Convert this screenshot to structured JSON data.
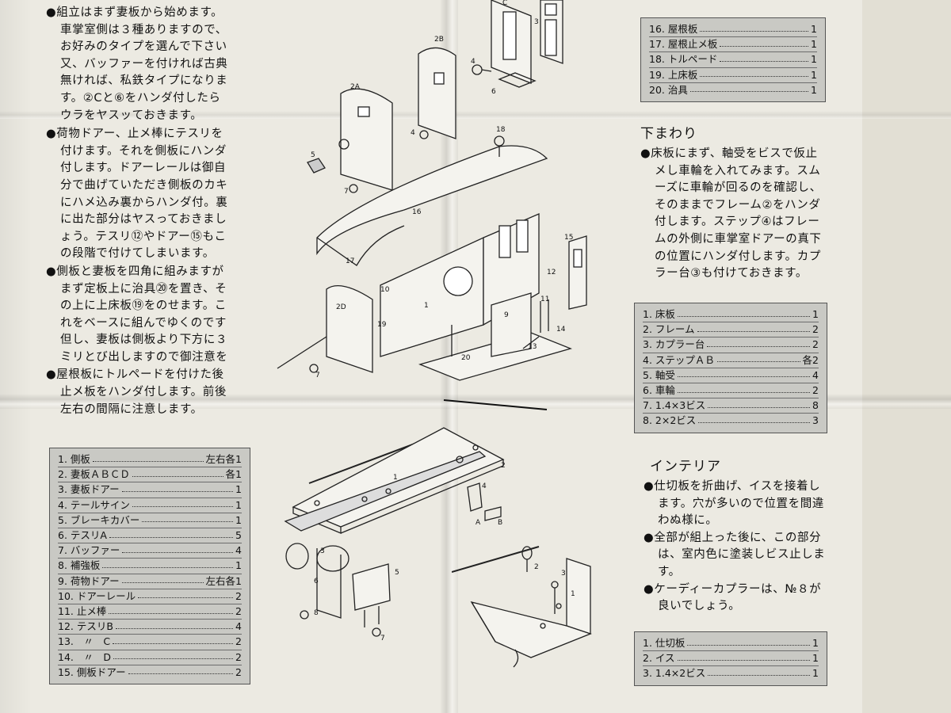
{
  "assembly": {
    "first_lines": [
      "●組立はまず妻板から始めます。",
      "車掌室側は３種ありますので、",
      "お好みのタイプを選んで下さい",
      "又、バッファーを付ければ古典",
      "無ければ、私鉄タイプになりま",
      "す。②Cと⑥をハンダ付したら",
      "ウラをヤスッておきます。"
    ],
    "second_lines": [
      "●荷物ドアー、止メ棒にテスリを",
      "付けます。それを側板にハンダ",
      "付します。ドアーレールは御自",
      "分で曲げていただき側板のカキ",
      "にハメ込み裏からハンダ付。裏",
      "に出た部分はヤスっておきまし",
      "ょう。テスリ⑫やドアー⑮もこ",
      "の段階で付けてしまいます。"
    ],
    "third_lines": [
      "●側板と妻板を四角に組みますが",
      "まず定板上に治具⑳を置き、そ",
      "の上に上床板⑲をのせます。こ",
      "れをベースに組んでゆくのです",
      "但し、妻板は側板より下方に３",
      "ミリとび出しますので御注意を"
    ],
    "fourth_lines": [
      "●屋根板にトルペードを付けた後",
      "止メ板をハンダ付します。前後",
      "左右の間隔に注意します。"
    ]
  },
  "parts_main": [
    {
      "name": "1. 側板",
      "qty": "左右各1"
    },
    {
      "name": "2. 妻板ＡＢＣＤ",
      "qty": "各1"
    },
    {
      "name": "3. 妻板ドアー",
      "qty": "1"
    },
    {
      "name": "4. テールサイン",
      "qty": "1"
    },
    {
      "name": "5. ブレーキカバー",
      "qty": "1"
    },
    {
      "name": "6. テスリA",
      "qty": "5"
    },
    {
      "name": "7. バッファー",
      "qty": "4"
    },
    {
      "name": "8. 補強板",
      "qty": "1"
    },
    {
      "name": "9. 荷物ドアー",
      "qty": "左右各1"
    },
    {
      "name": "10. ドアーレール",
      "qty": "2"
    },
    {
      "name": "11. 止メ棒",
      "qty": "2"
    },
    {
      "name": "12. テスリB",
      "qty": "4"
    },
    {
      "name": "13.　〃　C",
      "qty": "2"
    },
    {
      "name": "14.　〃　D",
      "qty": "2"
    },
    {
      "name": "15. 側板ドアー",
      "qty": "2"
    }
  ],
  "parts_roof": [
    {
      "name": "16. 屋根板",
      "qty": "1"
    },
    {
      "name": "17. 屋根止メ板",
      "qty": "1"
    },
    {
      "name": "18. トルペード",
      "qty": "1"
    },
    {
      "name": "19. 上床板",
      "qty": "1"
    },
    {
      "name": "20. 治具",
      "qty": "1"
    }
  ],
  "undercarriage": {
    "title": "下まわり",
    "lines": [
      "●床板にまず、軸受をビスで仮止",
      "メし車輪を入れてみます。スム",
      "ーズに車輪が回るのを確認し、",
      "そのままでフレーム②をハンダ",
      "付します。ステップ④はフレー",
      "ムの外側に車掌室ドアーの真下",
      "の位置にハンダ付します。カプ",
      "ラー台③も付けておきます。"
    ]
  },
  "parts_under": [
    {
      "name": "1. 床板",
      "qty": "1"
    },
    {
      "name": "2. フレーム",
      "qty": "2"
    },
    {
      "name": "3. カプラー台",
      "qty": "2"
    },
    {
      "name": "4. ステップＡＢ",
      "qty": "各2"
    },
    {
      "name": "5. 軸受",
      "qty": "4"
    },
    {
      "name": "6. 車輪",
      "qty": "2"
    },
    {
      "name": "7. 1.4×3ビス",
      "qty": "8"
    },
    {
      "name": "8. 2×2ビス",
      "qty": "3"
    }
  ],
  "interior": {
    "title": "インテリア",
    "lines": [
      "●仕切板を折曲げ、イスを接着し",
      "ます。穴が多いので位置を間違",
      "わぬ様に。",
      "●全部が組上った後に、この部分",
      "は、室内色に塗装しビス止しま",
      "す。",
      "●ケーディーカプラーは、№８が",
      "良いでしょう。"
    ]
  },
  "parts_interior": [
    {
      "name": "1. 仕切板",
      "qty": "1"
    },
    {
      "name": "2. イス",
      "qty": "1"
    },
    {
      "name": "3. 1.4×2ビス",
      "qty": "1"
    }
  ],
  "diagram_labels": {
    "top": [
      "2A",
      "2B",
      "C",
      "4",
      "4",
      "5",
      "6",
      "7",
      "18",
      "16",
      "17",
      "15",
      "12",
      "10",
      "1",
      "2D",
      "19",
      "9",
      "11",
      "13",
      "14",
      "20",
      "7",
      "3"
    ],
    "floor": [
      "1",
      "2",
      "3",
      "4",
      "A",
      "B",
      "5",
      "6",
      "7",
      "8"
    ],
    "interior": [
      "1",
      "2",
      "3"
    ]
  }
}
